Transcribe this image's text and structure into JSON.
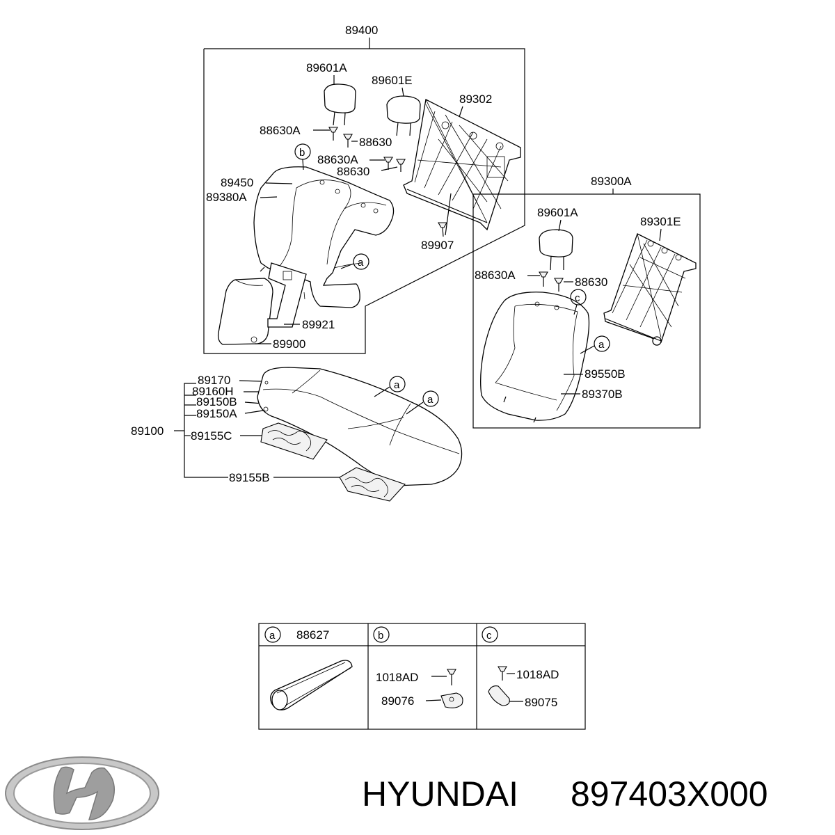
{
  "callouts": {
    "c89400": "89400",
    "c89601A_top": "89601A",
    "c89601E": "89601E",
    "c89302": "89302",
    "c88630A_1": "88630A",
    "c88630_1": "88630",
    "c88630A_2": "88630A",
    "c88630_2": "88630",
    "c89450": "89450",
    "c89380A": "89380A",
    "c89907": "89907",
    "c89921": "89921",
    "c89900": "89900",
    "c89300A": "89300A",
    "c89601A_right": "89601A",
    "c89301E": "89301E",
    "c88630A_3": "88630A",
    "c88630_3": "88630",
    "c89550B": "89550B",
    "c89370B": "89370B",
    "c89170": "89170",
    "c89160H": "89160H",
    "c89150B": "89150B",
    "c89150A": "89150A",
    "c89100": "89100",
    "c89155C": "89155C",
    "c89155B": "89155B"
  },
  "circle_markers": {
    "a": "a",
    "b": "b",
    "c": "c"
  },
  "legend": {
    "col_a": {
      "marker": "a",
      "part": "88627"
    },
    "col_b": {
      "marker": "b",
      "part_top": "1018AD",
      "part_bottom": "89076"
    },
    "col_c": {
      "marker": "c",
      "part_top": "1018AD",
      "part_bottom": "89075"
    }
  },
  "footer": {
    "brand": "HYUNDAI",
    "part_number": "897403X000"
  }
}
